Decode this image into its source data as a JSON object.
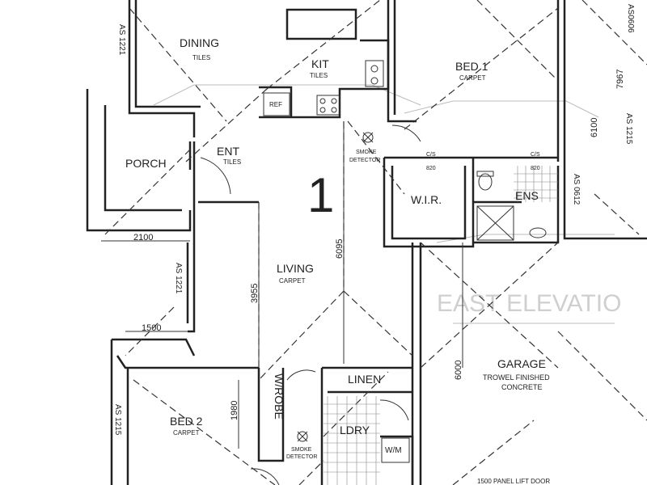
{
  "plan": {
    "number": "1",
    "watermark": "EAST ELEVATIO",
    "rooms": {
      "dining": {
        "name": "DINING",
        "finish": "TILES"
      },
      "kit": {
        "name": "KIT",
        "finish": "TILES"
      },
      "bed1": {
        "name": "BED 1",
        "finish": "CARPET"
      },
      "porch": {
        "name": "PORCH"
      },
      "ent": {
        "name": "ENT",
        "finish": "TILES"
      },
      "wir": {
        "name": "W.I.R."
      },
      "ens": {
        "name": "ENS"
      },
      "living": {
        "name": "LIVING",
        "finish": "CARPET"
      },
      "garage": {
        "name": "GARAGE",
        "finish1": "TROWEL FINISHED",
        "finish2": "CONCRETE"
      },
      "bed2": {
        "name": "BED 2",
        "finish": "CARPET"
      },
      "wrobe": {
        "name": "W/ROBE"
      },
      "linen": {
        "name": "LINEN"
      },
      "ldry": {
        "name": "LDRY"
      },
      "wm": {
        "name": "W/M"
      }
    },
    "fixtures": {
      "ref": "REF",
      "smoke1": [
        "SMOKE",
        "DETECTOR"
      ],
      "smoke2": [
        "SMOKE",
        "DETECTOR"
      ],
      "cs1": "C/S",
      "cs2": "C/S",
      "door1": "820",
      "door2": "820"
    },
    "dimensions": {
      "porch_width": "2100",
      "living_height": "3955",
      "living_depth": "6095",
      "bed2_offset": "1500",
      "garage_depth": "6000",
      "bed1_depth": "6100",
      "overall": "7967",
      "bed2_dim": "1980"
    },
    "window_tags": {
      "w_dining": "AS 1221",
      "w_porch": "AS 1221",
      "w_bed2": "AS 1215",
      "w_bed1": "AS 1215",
      "w_ens": "AS 0612",
      "w_right": "AS0606"
    },
    "bottom_note": "1500 PANEL LIFT DOOR"
  }
}
